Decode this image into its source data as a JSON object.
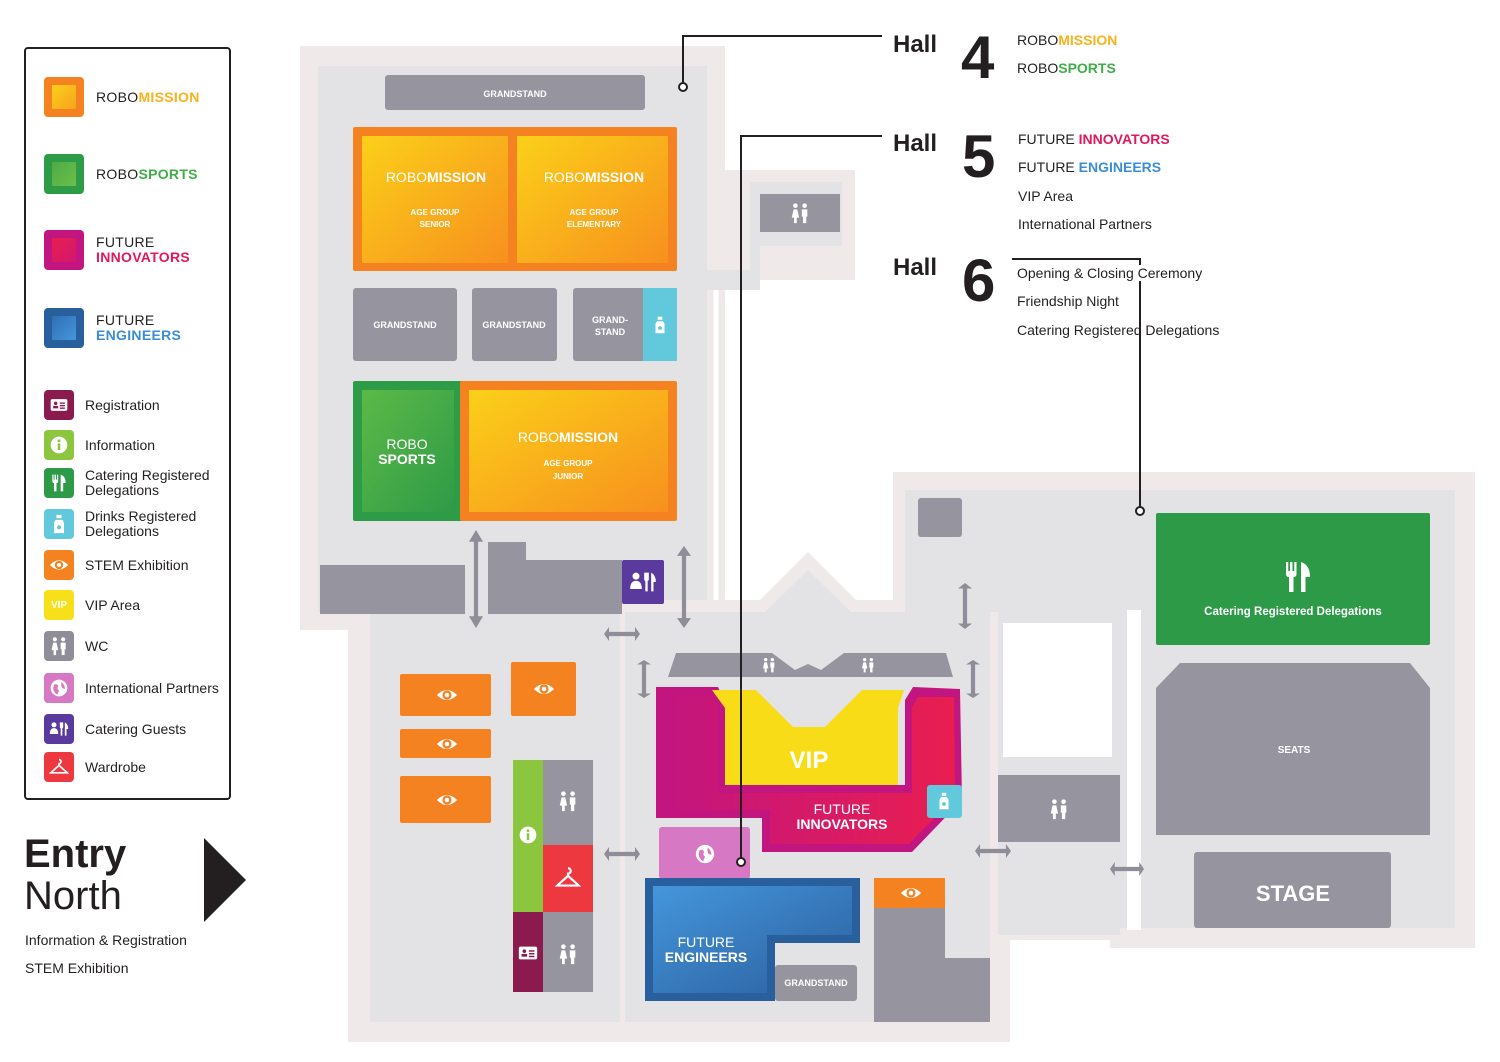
{
  "legend": {
    "robomission": {
      "a": "ROBO",
      "b": "MISSION"
    },
    "robosports": {
      "a": "ROBO",
      "b": "SPORTS"
    },
    "innovators": {
      "a": "FUTURE",
      "b": "INNOVATORS"
    },
    "engineers": {
      "a": "FUTURE",
      "b": "ENGINEERS"
    },
    "items": [
      {
        "label": "Registration",
        "icon": "id-card-icon",
        "color": "#8b1a4f"
      },
      {
        "label": "Information",
        "icon": "info-icon",
        "color": "#8cc63f"
      },
      {
        "label": "Catering Registered Delegations",
        "icon": "cutlery-icon",
        "color": "#2d9a47"
      },
      {
        "label": "Drinks Registered Delegations",
        "icon": "bottle-icon",
        "color": "#62c8dc"
      },
      {
        "label": "STEM Exhibition",
        "icon": "eye-icon",
        "color": "#f58220"
      },
      {
        "label": "VIP Area",
        "icon": "vip-icon",
        "color": "#f7e01a",
        "badge": "VIP"
      },
      {
        "label": "WC",
        "icon": "wc-icon",
        "color": "#8e8d98"
      },
      {
        "label": "International Partners",
        "icon": "globe-icon",
        "color": "#d678c4"
      },
      {
        "label": "Catering Guests",
        "icon": "catering-guests-icon",
        "color": "#5b3a9e"
      },
      {
        "label": "Wardrobe",
        "icon": "hanger-icon",
        "color": "#ee3840"
      }
    ]
  },
  "halls": {
    "word": "Hall",
    "h4": {
      "num": "4",
      "lines": [
        {
          "a": "ROBO",
          "b": "MISSION"
        },
        {
          "a": "ROBO",
          "b": "SPORTS"
        }
      ]
    },
    "h5": {
      "num": "5",
      "lines": [
        {
          "a": "FUTURE ",
          "b": "INNOVATORS"
        },
        {
          "a": "FUTURE ",
          "b": "ENGINEERS"
        },
        {
          "a": "VIP Area"
        },
        {
          "a": "International Partners"
        }
      ]
    },
    "h6": {
      "num": "6",
      "lines": [
        "Opening & Closing Ceremony",
        "Friendship Night",
        "Catering Registered Delegations"
      ]
    }
  },
  "entry": {
    "title": "Entry",
    "subtitle": "North",
    "lines": [
      "Information & Registration",
      "STEM Exhibition"
    ]
  },
  "map": {
    "grandstand": "GRANDSTAND",
    "grand": "GRAND-",
    "stand": "STAND",
    "robo": "ROBO",
    "mission": "MISSION",
    "sports": "SPORTS",
    "age_group": "AGE GROUP",
    "senior": "SENIOR",
    "elementary": "ELEMENTARY",
    "junior": "JUNIOR",
    "vip": "VIP",
    "future": "FUTURE",
    "innovators": "INNOVATORS",
    "engineers": "ENGINEERS",
    "catering": "Catering Registered Delegations",
    "seats": "SEATS",
    "stage": "STAGE"
  },
  "colors": {
    "floor": "#e3e3e6",
    "wall": "#efe9ea",
    "block": "#96959f",
    "orange": "#f58220",
    "yellow": "#fcc419",
    "green": "#2e9b47",
    "magenta": "#c2157f",
    "blue": "#2a5f9e"
  }
}
